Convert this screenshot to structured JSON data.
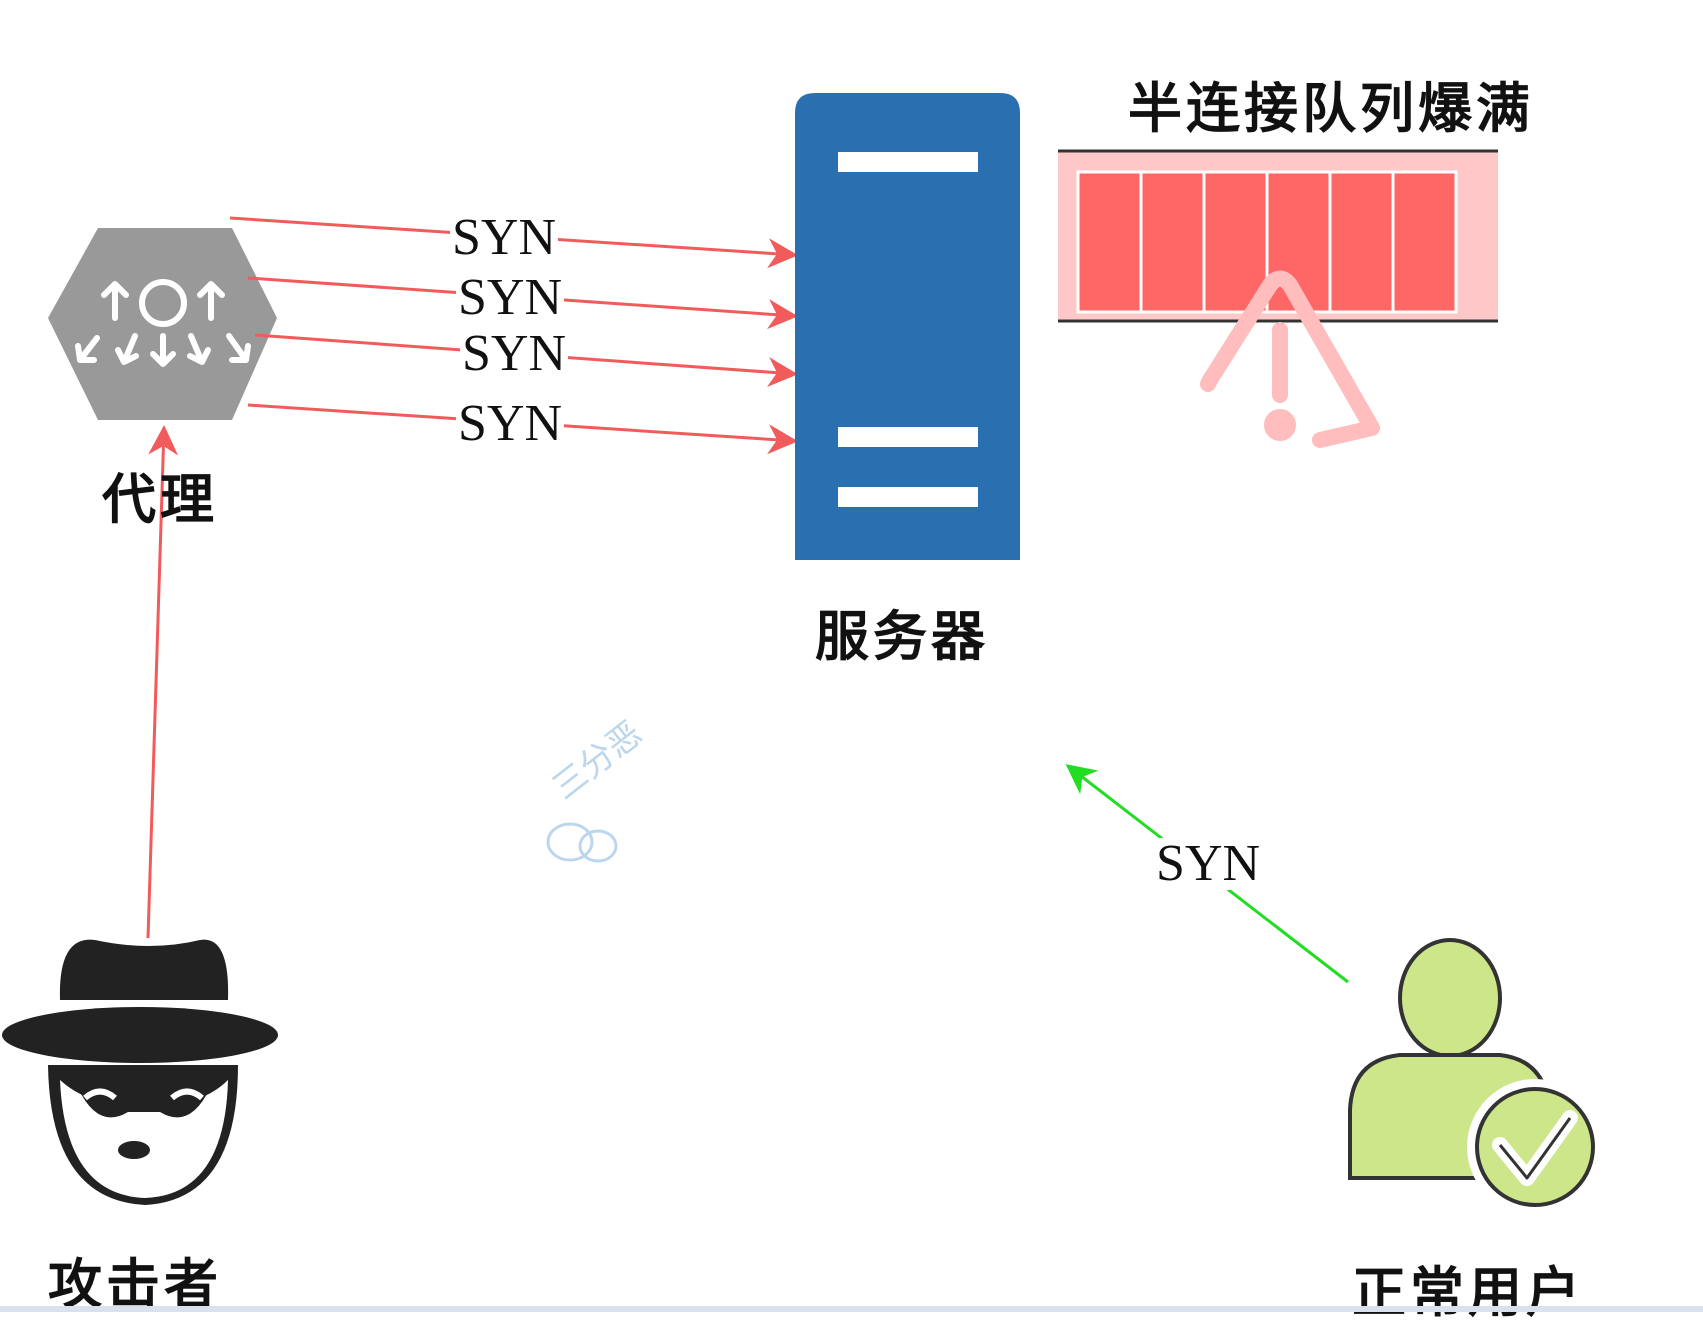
{
  "labels": {
    "proxy": "代理",
    "server": "服务器",
    "queue_full": "半连接队列爆满",
    "attacker": "攻击者",
    "normal_user": "正常用户"
  },
  "syn_labels": [
    "SYN",
    "SYN",
    "SYN",
    "SYN"
  ],
  "user_syn_label": "SYN",
  "watermark": "三分恶",
  "colors": {
    "attack_arrow": "#f25b5b",
    "user_arrow": "#22dd22",
    "server": "#2a6fb0",
    "queue_slot": "#ff6666",
    "queue_bg": "#ffc8c8",
    "proxy": "#999999",
    "user": "#cde68a",
    "attacker": "#222222"
  },
  "queue": {
    "slots": 6
  }
}
